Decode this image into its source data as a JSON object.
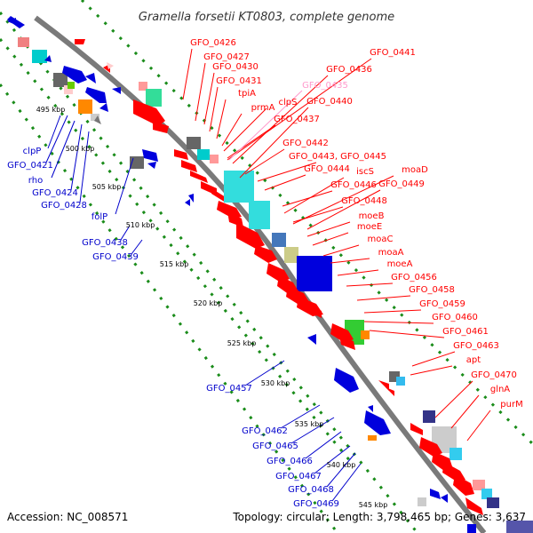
{
  "header": {
    "title": "Gramella forsetii KT0803, complete genome"
  },
  "footer": {
    "accession": "Accession: NC_008571",
    "summary": "Topology: circular; Length: 3,798,465 bp; Genes: 3,637"
  },
  "colors": {
    "forward_label": "#ff0000",
    "reverse_label": "#0000cc",
    "faded_label": "#ff99cc",
    "backbone": "#888888",
    "ticks": "#1a8c1a"
  },
  "kbp_markers": [
    "495 kbp",
    "500 kbp",
    "505 kbp",
    "510 kbp",
    "515 kbp",
    "520 kbp",
    "525 kbp",
    "530 kbp",
    "535 kbp",
    "540 kbp",
    "545 kbp"
  ],
  "reverse_labels": [
    "clpP",
    "GFO_0421",
    "rho",
    "GFO_0424",
    "GFO_0428",
    "folP",
    "GFO_0438",
    "GFO_0439",
    "GFO_0457",
    "GFO_0462",
    "GFO_0465",
    "GFO_0466",
    "GFO_0467",
    "GFO_0468",
    "GFO_0469"
  ],
  "forward_labels": [
    "GFO_0426",
    "GFO_0427",
    "GFO_0430",
    "GFO_0431",
    "tpiA",
    "prmA",
    "clpS",
    "GFO_0437",
    "GFO_0442",
    "GFO_0443, GFO_0445",
    "GFO_0444",
    "GFO_0446",
    "GFO_0448",
    "moeB",
    "moeE",
    "moaC",
    "moaA",
    "moeA",
    "GFO_0456",
    "GFO_0458",
    "GFO_0459",
    "GFO_0460",
    "GFO_0461",
    "GFO_0463",
    "apt",
    "GFO_0470",
    "glnA",
    "purM",
    "GFO_0441",
    "GFO_0436",
    "GFO_0440",
    "iscS",
    "moaD",
    "GFO_0449"
  ],
  "faded_labels": [
    "GFO_0435"
  ]
}
